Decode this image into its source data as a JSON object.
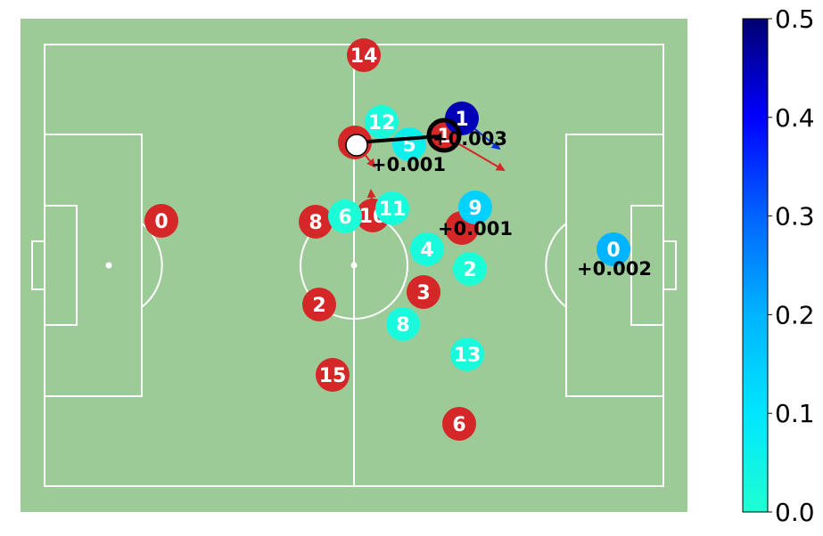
{
  "colors": {
    "pitch": "#9ccb98",
    "lines": "#ffffff",
    "attacking_team": "#d62728",
    "defender_text": "#ffffff",
    "value_text": "#000000",
    "arrow_red": "#d62728",
    "arrow_blue": "#1030e0",
    "pass_line": "#000000",
    "ball": "#ffffff"
  },
  "attackers": [
    {
      "number": "14"
    },
    {
      "number": "1"
    },
    {
      "number": ""
    },
    {
      "number": "0"
    },
    {
      "number": "8"
    },
    {
      "number": "10"
    },
    {
      "number": ""
    },
    {
      "number": "2"
    },
    {
      "number": "3"
    },
    {
      "number": "15"
    },
    {
      "number": "6"
    }
  ],
  "defenders": [
    {
      "number": "12",
      "value": 0.02
    },
    {
      "number": "1",
      "value": 0.45
    },
    {
      "number": "5",
      "value": 0.06
    },
    {
      "number": "6",
      "value": 0.01
    },
    {
      "number": "11",
      "value": 0.02
    },
    {
      "number": "9",
      "value": 0.14
    },
    {
      "number": "4",
      "value": 0.02
    },
    {
      "number": "2",
      "value": 0.01
    },
    {
      "number": "8",
      "value": 0.02
    },
    {
      "number": "13",
      "value": 0.02
    },
    {
      "number": "0",
      "value": 0.2
    }
  ],
  "value_labels": [
    "+0.003",
    "+0.001",
    "+0.001",
    "+0.002"
  ],
  "colorbar": {
    "min": 0.0,
    "max": 0.5,
    "ticks": [
      "0.0",
      "0.1",
      "0.2",
      "0.3",
      "0.4",
      "0.5"
    ],
    "gradient_stops": [
      "#1effd2",
      "#00e6ff",
      "#00b4ff",
      "#0064ff",
      "#0000ff",
      "#000070"
    ]
  }
}
